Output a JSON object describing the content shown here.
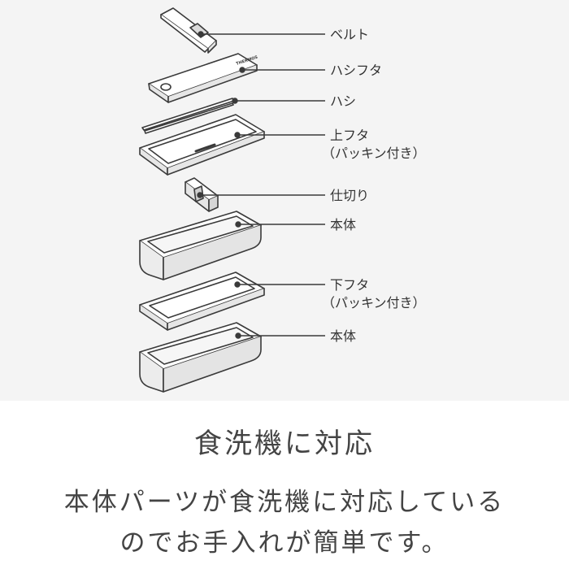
{
  "parts": [
    {
      "id": "belt",
      "label": "ベルト"
    },
    {
      "id": "chopstick-case-lid",
      "label": "ハシフタ",
      "brand": "THERMOS"
    },
    {
      "id": "chopsticks",
      "label": "ハシ"
    },
    {
      "id": "upper-lid",
      "label": "上フタ",
      "sublabel": "（パッキン付き）"
    },
    {
      "id": "divider",
      "label": "仕切り"
    },
    {
      "id": "body-upper",
      "label": "本体"
    },
    {
      "id": "lower-lid",
      "label": "下フタ",
      "sublabel": "（パッキン付き）"
    },
    {
      "id": "body-lower",
      "label": "本体"
    }
  ],
  "footer": {
    "title": "食洗機に対応",
    "line1": "本体パーツが食洗機に対応している",
    "line2": "のでお手入れが簡単です。"
  },
  "colors": {
    "panel": "#f4f4f4",
    "line": "#3a3a3a",
    "text": "#333333"
  }
}
